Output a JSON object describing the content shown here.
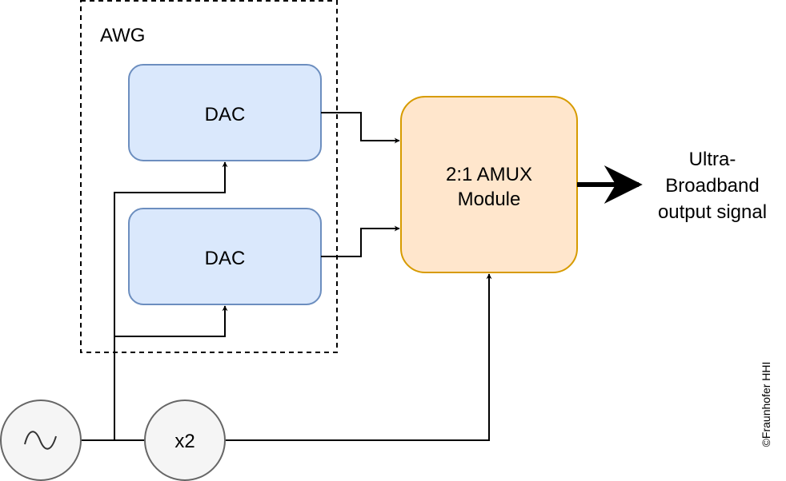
{
  "diagram": {
    "group": {
      "label": "AWG"
    },
    "blocks": {
      "dac_top": {
        "label": "DAC"
      },
      "dac_bottom": {
        "label": "DAC"
      },
      "amux": {
        "line1": "2:1 AMUX",
        "line2": "Module"
      },
      "doubler": {
        "label": "x2"
      },
      "oscillator": {
        "icon": "sine-wave-icon"
      }
    },
    "output": {
      "line1": "Ultra-",
      "line2": "Broadband",
      "line3": "output signal"
    },
    "copyright": "©Fraunhofer HHI",
    "colors": {
      "dac_fill": "#dae8fc",
      "dac_stroke": "#6c8ebf",
      "amux_fill": "#ffe6cc",
      "amux_stroke": "#d79b00",
      "circle_fill": "#f5f5f5",
      "circle_stroke": "#666666",
      "line": "#000000"
    }
  }
}
